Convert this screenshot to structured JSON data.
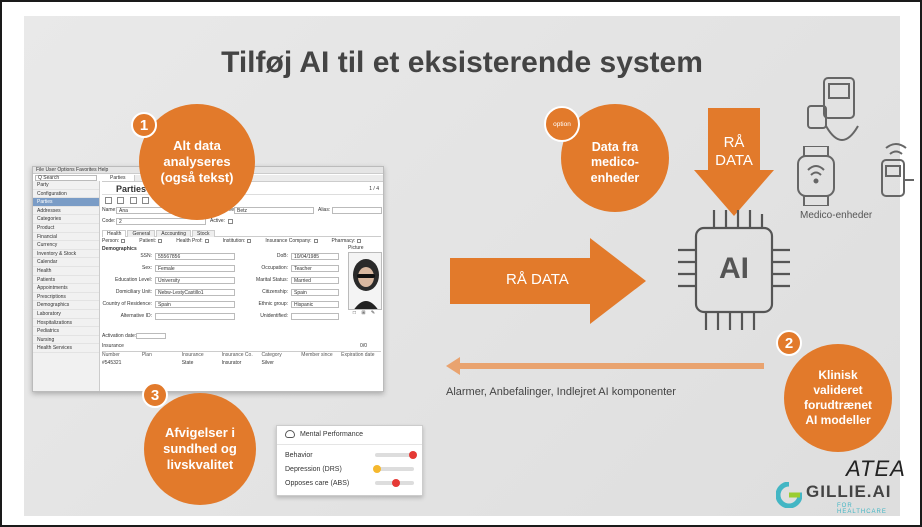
{
  "slide_title": "Tilføj AI til et eksisterende system",
  "badges": {
    "one": "1",
    "two": "2",
    "three": "3"
  },
  "circles": {
    "all_data": "Alt data analyseres (også tekst)",
    "option_tag": "option",
    "medico_data": "Data fra medico-enheder",
    "clinical": "Klinisk valideret forudtrænet AI modeller",
    "deviations": "Afvigelser i sundhed og livskvalitet"
  },
  "arrows": {
    "raw_data_down": "RÅ DATA",
    "raw_data_right": "RÅ DATA",
    "outputs": "Alarmer, Anbefalinger, Indlejret AI komponenter"
  },
  "chip_label": "AI",
  "devices_label": "Medico-enheder",
  "mental_panel": {
    "title": "Mental Performance",
    "rows": [
      {
        "label": "Behavior",
        "level": 0.98,
        "color": "#e53935"
      },
      {
        "label": "Depression (DRS)",
        "level": 0.05,
        "color": "#f5b82e"
      },
      {
        "label": "Opposes care (ABS)",
        "level": 0.55,
        "color": "#e53935"
      }
    ]
  },
  "logos": {
    "atea": "ATEA",
    "gillie": "GILLIE.AI",
    "gillie_sub": "FOR HEALTHCARE"
  },
  "app": {
    "menu": "File  User  Options  Favorites  Help",
    "tab": "Parties",
    "heading": "Parties",
    "count": "1 / 4",
    "search_placeholder": "Q Search",
    "sidebar": [
      "Party",
      "Configuration",
      "Parties",
      "Addresses",
      "Categories",
      "Product",
      "Financial",
      "Currency",
      "Inventory & Stock",
      "Calendar",
      "Health",
      "Patients",
      "Appointments",
      "Prescriptions",
      "Demographics",
      "Laboratory",
      "Hospitalizations",
      "Pediatrics",
      "Nursing",
      "Health Services"
    ],
    "fields": {
      "name_label": "Name:",
      "name_value": "Ana",
      "lastname_label": "Last Name:",
      "lastname_value": "Betz",
      "alias_label": "Alias:",
      "code_label": "Code:",
      "code_value": "2",
      "active_label": "Active:"
    },
    "tabs": [
      "Health",
      "General",
      "Accounting",
      "Stock"
    ],
    "checks": [
      "Person:",
      "Patient:",
      "Health Prof:",
      "Institution:",
      "Insurance Company:",
      "Pharmacy:"
    ],
    "demographics_label": "Demographics",
    "picture_label": "Picture",
    "demo_left": [
      {
        "label": "SSN:",
        "value": "55567856"
      },
      {
        "label": "Sex:",
        "value": "Female"
      },
      {
        "label": "Education Level:",
        "value": "University"
      },
      {
        "label": "Domiciliary Unit:",
        "value": "Nebw-LestyCastillo1"
      },
      {
        "label": "Country of Residence:",
        "value": "Spain"
      },
      {
        "label": "Alternative ID:",
        "value": ""
      }
    ],
    "demo_right": [
      {
        "label": "DoB:",
        "value": "10/04/1985"
      },
      {
        "label": "Occupation:",
        "value": "Teacher"
      },
      {
        "label": "Marital Status:",
        "value": "Married"
      },
      {
        "label": "Citizenship:",
        "value": "Spain"
      },
      {
        "label": "Ethnic group:",
        "value": "Hispanic"
      },
      {
        "label": "Unidentified:",
        "value": ""
      }
    ],
    "activation_label": "Activation date:",
    "insurance_label": "Insurance",
    "insurance_pager": "0/0",
    "insurance_cols": [
      "Number",
      "Plan",
      "Insurance",
      "Insurance Co.",
      "Category",
      "Member since",
      "Expiration date"
    ],
    "insurance_row": [
      "#545321",
      "",
      "State",
      "Insurator",
      "Silver",
      "",
      ""
    ]
  }
}
